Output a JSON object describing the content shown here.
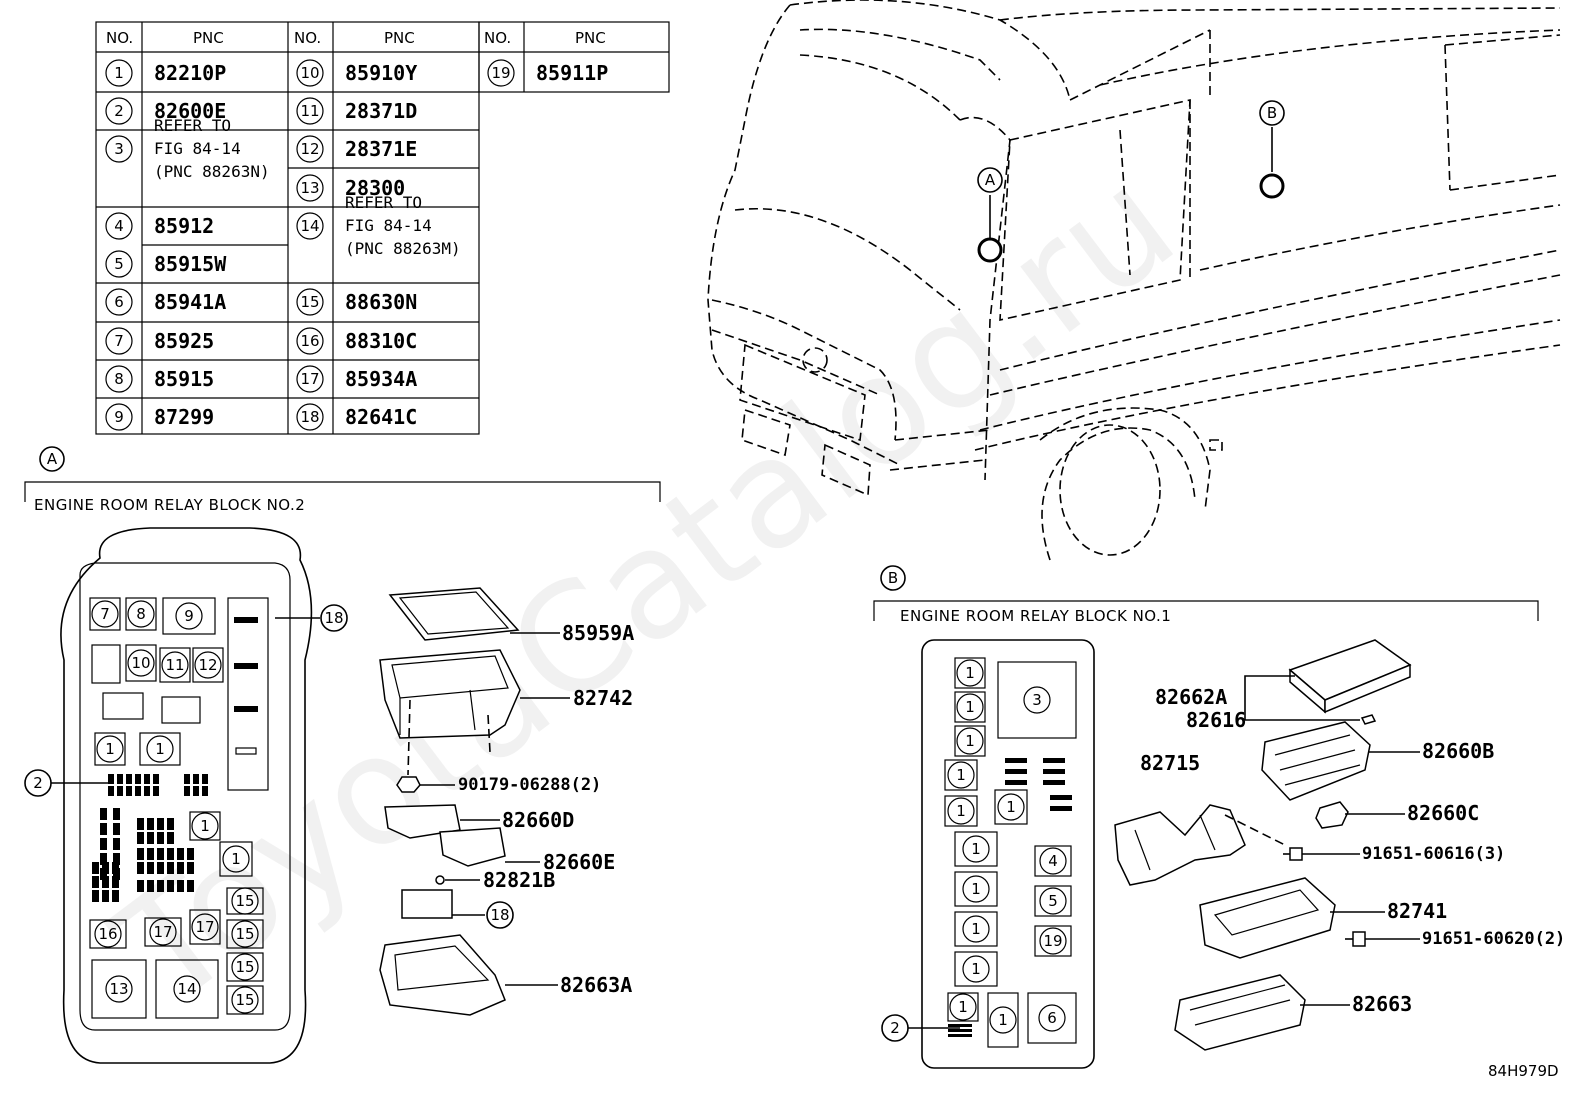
{
  "table": {
    "headers": {
      "no": "NO.",
      "pnc": "PNC"
    },
    "rows": [
      {
        "no": "1",
        "pnc": "82210P"
      },
      {
        "no": "2",
        "pnc": "82600E"
      },
      {
        "no": "3",
        "pnc": [
          "REFER TO",
          "FIG 84-14",
          "(PNC 88263N)"
        ]
      },
      {
        "no": "4",
        "pnc": "85912"
      },
      {
        "no": "5",
        "pnc": "85915W"
      },
      {
        "no": "6",
        "pnc": "85941A"
      },
      {
        "no": "7",
        "pnc": "85925"
      },
      {
        "no": "8",
        "pnc": "85915"
      },
      {
        "no": "9",
        "pnc": "87299"
      },
      {
        "no": "10",
        "pnc": "85910Y"
      },
      {
        "no": "11",
        "pnc": "28371D"
      },
      {
        "no": "12",
        "pnc": "28371E"
      },
      {
        "no": "13",
        "pnc": "28300"
      },
      {
        "no": "14",
        "pnc": [
          "REFER TO",
          "FIG 84-14",
          "(PNC 88263M)"
        ]
      },
      {
        "no": "15",
        "pnc": "88630N"
      },
      {
        "no": "16",
        "pnc": "88310C"
      },
      {
        "no": "17",
        "pnc": "85934A"
      },
      {
        "no": "18",
        "pnc": "82641C"
      },
      {
        "no": "19",
        "pnc": "85911P"
      }
    ]
  },
  "views": {
    "a": {
      "marker": "A",
      "title": "ENGINE ROOM RELAY BLOCK NO.2",
      "parts": [
        "85959A",
        "82742",
        "90179-06288(2)",
        "82660D",
        "82660E",
        "82821B",
        "82663A"
      ],
      "callouts": [
        "18",
        "2"
      ]
    },
    "b": {
      "marker": "B",
      "title": "ENGINE ROOM RELAY BLOCK NO.1",
      "parts": [
        "82662A",
        "82616",
        "82715",
        "82660B",
        "82660C",
        "91651-60616(3)",
        "82741",
        "91651-60620(2)",
        "82663"
      ],
      "callouts": [
        "2"
      ]
    }
  },
  "vehicle_markers": [
    "A",
    "B"
  ],
  "figure_id": "84H979D",
  "watermark": "ToyotaCatalog.ru"
}
